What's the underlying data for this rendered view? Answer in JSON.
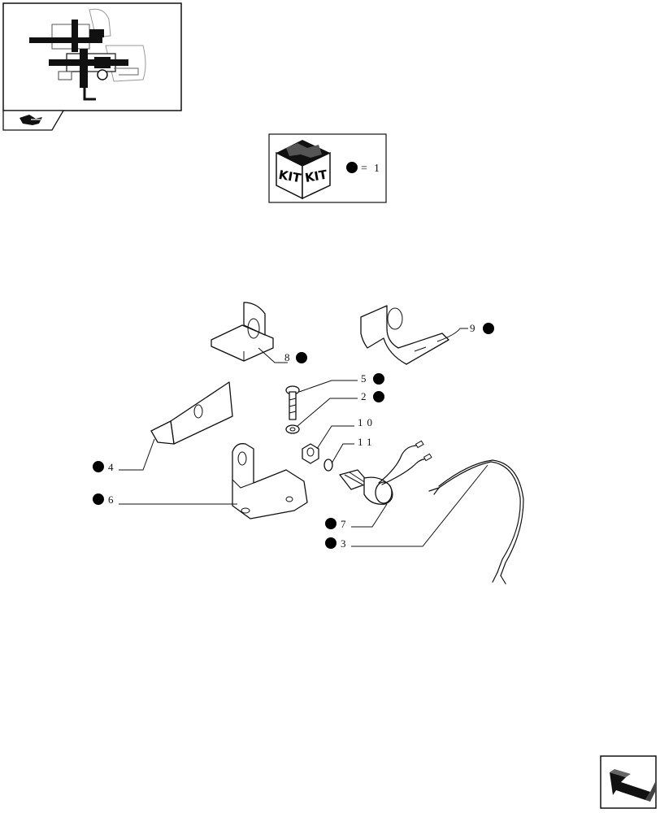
{
  "colors": {
    "ink": "#111111",
    "paper": "#ffffff",
    "marker": "#000000"
  },
  "icons": {
    "thumbnail": "assembly-thumbnail-icon",
    "thumbnail_tab": "section-tab-icon",
    "kit": "kit-box-icon",
    "marker": "filled-circle-icon",
    "next_page": "next-page-arrow-icon"
  },
  "kit_legend": {
    "kit_word_1": "KIT",
    "kit_word_2": "KIT",
    "equals": "=",
    "count": "1"
  },
  "callouts": [
    {
      "ref": "8",
      "marked": true
    },
    {
      "ref": "9",
      "marked": true
    },
    {
      "ref": "5",
      "marked": true
    },
    {
      "ref": "2",
      "marked": true
    },
    {
      "ref": "4",
      "marked": true
    },
    {
      "ref": "10",
      "marked": false
    },
    {
      "ref": "11",
      "marked": false
    },
    {
      "ref": "6",
      "marked": true
    },
    {
      "ref": "7",
      "marked": true
    },
    {
      "ref": "3",
      "marked": true
    }
  ]
}
